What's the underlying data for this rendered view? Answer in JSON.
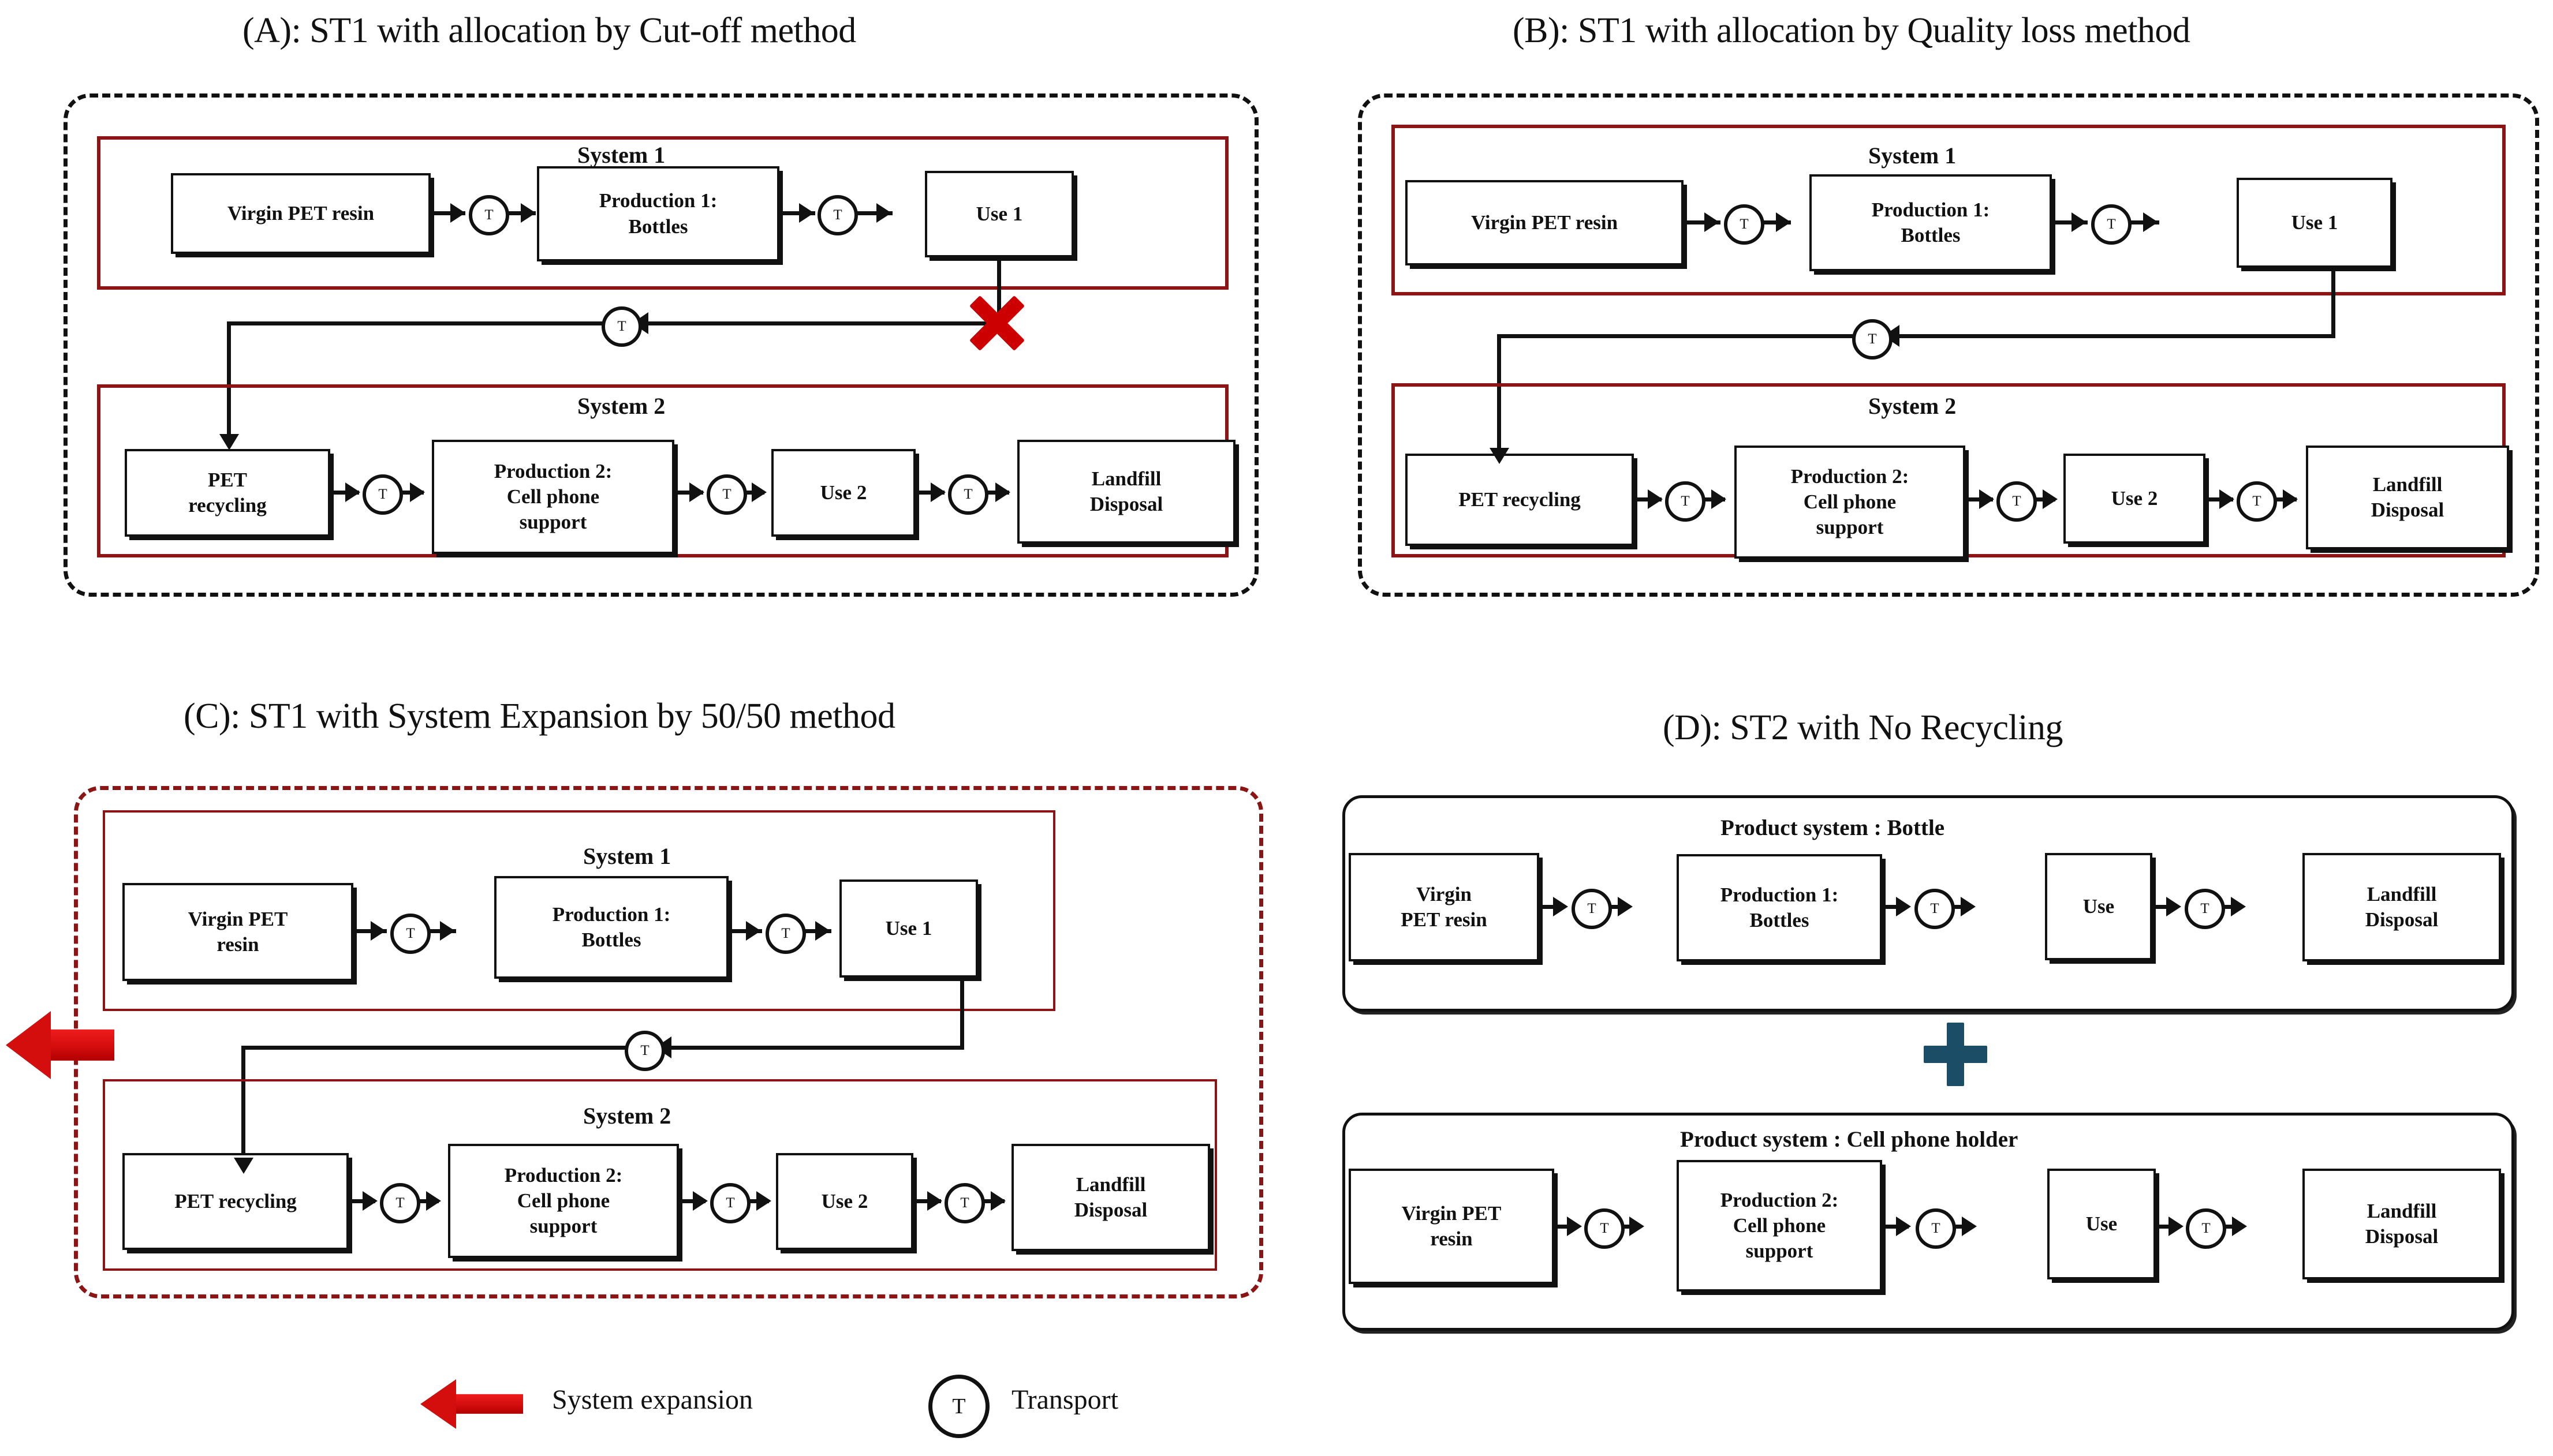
{
  "figure": {
    "kind": "four-panel LCA product-system flow diagram",
    "legend": {
      "system_expansion_label": "System expansion",
      "transport_label": "Transport",
      "transport_glyph": "T"
    },
    "colors": {
      "system_frame_red": "#8b1515",
      "arrow_red": "#d40d0d",
      "x_red": "#cc0000",
      "plus_blue": "#1b4d67",
      "line_black": "#111111"
    }
  },
  "panels": {
    "a": {
      "title": "(A): ST1 with allocation by Cut-off method",
      "system1_label": "System 1",
      "system2_label": "System 2",
      "system1_nodes": [
        "Virgin PET resin",
        "Production 1:|Bottles",
        "Use 1"
      ],
      "system2_nodes": [
        "PET|recycling",
        "Production 2:|Cell phone|support",
        "Use 2",
        "Landfill|Disposal"
      ],
      "node_a1": "Virgin PET resin",
      "node_a2_l1": "Production 1:",
      "node_a2_l2": "Bottles",
      "node_a3": "Use 1",
      "node_a4_l1": "PET",
      "node_a4_l2": "recycling",
      "node_a5_l1": "Production 2:",
      "node_a5_l2": "Cell phone",
      "node_a5_l3": "support",
      "node_a6": "Use 2",
      "node_a7_l1": "Landfill",
      "node_a7_l2": "Disposal",
      "transport": "T",
      "cutoff_marker": "X"
    },
    "b": {
      "title": "(B): ST1 with allocation by Quality loss method",
      "system1_label": "System 1",
      "system2_label": "System 2",
      "node_b1": "Virgin PET resin",
      "node_b2_l1": "Production 1:",
      "node_b2_l2": "Bottles",
      "node_b3": "Use 1",
      "node_b4": "PET recycling",
      "node_b5_l1": "Production 2:",
      "node_b5_l2": "Cell phone",
      "node_b5_l3": "support",
      "node_b6": "Use 2",
      "node_b7_l1": "Landfill",
      "node_b7_l2": "Disposal",
      "transport": "T"
    },
    "c": {
      "title": "(C): ST1 with System Expansion by 50/50 method",
      "system1_label": "System 1",
      "system2_label": "System 2",
      "node_c1_l1": "Virgin PET",
      "node_c1_l2": "resin",
      "node_c2_l1": "Production 1:",
      "node_c2_l2": "Bottles",
      "node_c3": "Use 1",
      "node_c4": "PET recycling",
      "node_c5_l1": "Production 2:",
      "node_c5_l2": "Cell phone",
      "node_c5_l3": "support",
      "node_c6": "Use 2",
      "node_c7_l1": "Landfill",
      "node_c7_l2": "Disposal",
      "transport": "T"
    },
    "d": {
      "title": "(D): ST2 with No Recycling",
      "system_bottle_label": "Product system : Bottle",
      "system_holder_label": "Product system : Cell phone holder",
      "plus_symbol": "+",
      "bottle": {
        "node_1_l1": "Virgin",
        "node_1_l2": "PET resin",
        "node_2_l1": "Production 1:",
        "node_2_l2": "Bottles",
        "node_3": "Use",
        "node_4_l1": "Landfill",
        "node_4_l2": "Disposal"
      },
      "holder": {
        "node_1_l1": "Virgin PET",
        "node_1_l2": "resin",
        "node_2_l1": "Production 2:",
        "node_2_l2": "Cell phone",
        "node_2_l3": "support",
        "node_3": "Use",
        "node_4_l1": "Landfill",
        "node_4_l2": "Disposal"
      },
      "transport": "T"
    }
  }
}
